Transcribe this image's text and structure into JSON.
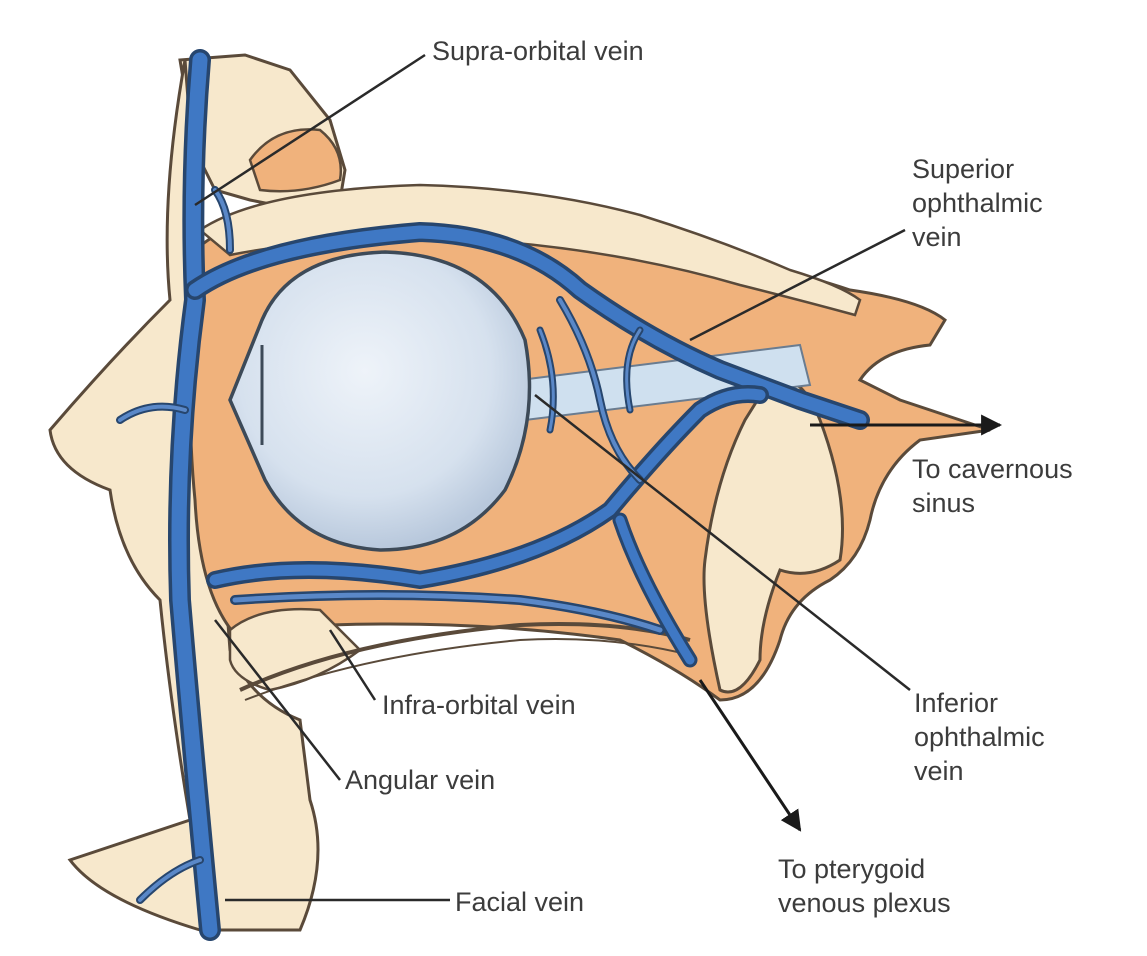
{
  "labels": {
    "supra_orbital": "Supra-orbital vein",
    "superior_ophthalmic": [
      "Superior",
      "ophthalmic",
      "vein"
    ],
    "to_cavernous": [
      "To cavernous",
      "sinus"
    ],
    "infra_orbital": "Infra-orbital vein",
    "angular": "Angular vein",
    "inferior_ophthalmic": [
      "Inferior",
      "ophthalmic",
      "vein"
    ],
    "to_pterygoid": [
      "To pterygoid",
      "venous plexus"
    ],
    "facial": "Facial vein"
  },
  "colors": {
    "background": "#ffffff",
    "tissue": "#f0b27c",
    "bone": "#f7e8cc",
    "vein": "#3f78c4",
    "vein_outline": "#27466e",
    "eyeball": "#dfe8f3",
    "leader": "#2a2a2a"
  }
}
